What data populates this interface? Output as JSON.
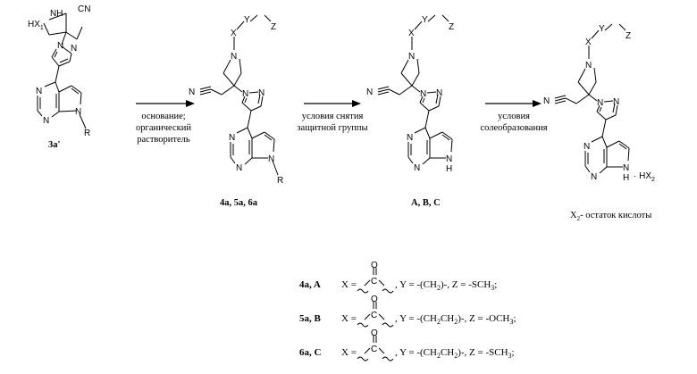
{
  "compounds": {
    "start": {
      "label": "3a'",
      "atoms": {
        "nh": "NH",
        "hx": "HX",
        "hx_sub": "1",
        "cn": "CN",
        "n_pyr1": "N",
        "n_pyr2": "N",
        "n_pym1": "N",
        "n_pym2": "N",
        "n_pyrrole": "N",
        "r": "R"
      }
    },
    "protected": {
      "label": "4a, 5a, 6a",
      "atoms": {
        "x": "X",
        "y": "Y",
        "z": "Z",
        "n_az": "N",
        "nc": "N",
        "n_pyr1": "N",
        "n_pyr2": "N",
        "n_pym1": "N",
        "n_pym2": "N",
        "n_pyrrole": "N",
        "r": "R"
      }
    },
    "deprotected": {
      "label": "A, B, C",
      "atoms": {
        "x": "X",
        "y": "Y",
        "z": "Z",
        "n_az": "N",
        "nc": "N",
        "n_pyr1": "N",
        "n_pyr2": "N",
        "n_pym1": "N",
        "n_pym2": "N",
        "n_pyrrole": "N",
        "h": "H"
      }
    },
    "salt": {
      "caption_pre": "X",
      "caption_sub": "2",
      "caption_post": "- остаток кислоты",
      "atoms": {
        "x": "X",
        "y": "Y",
        "z": "Z",
        "n_az": "N",
        "nc": "N",
        "n_pyr1": "N",
        "n_pyr2": "N",
        "n_pym1": "N",
        "n_pym2": "N",
        "n_pyrrole": "N",
        "h": "H",
        "hx2": "· HX",
        "hx2_sub": "2"
      }
    }
  },
  "arrows": [
    {
      "top": "",
      "bottom_lines": [
        "основание;",
        "органический",
        "растворитель"
      ]
    },
    {
      "top": "",
      "bottom_lines": [
        "условия снятия",
        "защитной группы"
      ]
    },
    {
      "top": "",
      "bottom_lines": [
        "условия",
        "солеобразования"
      ]
    }
  ],
  "legend": [
    {
      "id": "4a, A",
      "x_eq": "X =",
      "y_text": ", Y = -(CH",
      "y_sub": "2",
      "y_tail": ")-, Z = -SCH",
      "z_sub": "3",
      "z_tail": ";"
    },
    {
      "id": "5a, B",
      "x_eq": "X =",
      "y_text": ", Y = -(CH",
      "y_sub": "2",
      "y_mid": "CH",
      "y_sub2": "2",
      "y_tail": ")-, Z = -OCH",
      "z_sub": "3",
      "z_tail": ";"
    },
    {
      "id": "6a, C",
      "x_eq": "X =",
      "y_text": ", Y = -(CH",
      "y_sub": "2",
      "y_mid": "CH",
      "y_sub2": "2",
      "y_tail": ")-, Z = -SCH",
      "z_sub": "3",
      "z_tail": ";"
    }
  ],
  "carbonyl_atoms": {
    "c": "C",
    "o": "O"
  }
}
